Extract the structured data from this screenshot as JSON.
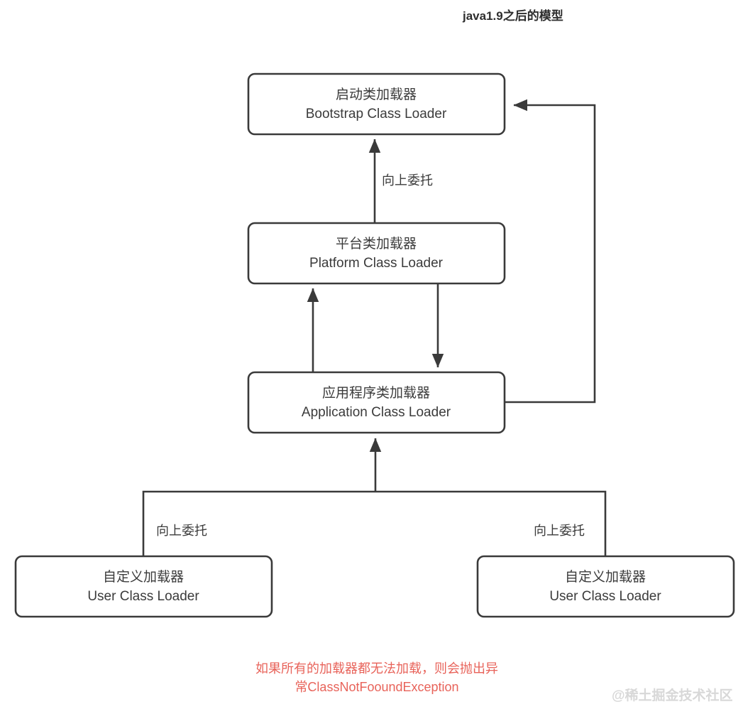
{
  "title": "java1.9之后的模型",
  "colors": {
    "box_stroke": "#3a3a3a",
    "box_fill": "#ffffff",
    "text": "#3b3b3b",
    "title": "#2e2e2e",
    "note": "#e8635a",
    "watermark": "#d8d8d8"
  },
  "boxes": [
    {
      "id": "bootstrap",
      "cn": "启动类加载器",
      "en": "Bootstrap Class Loader"
    },
    {
      "id": "platform",
      "cn": "平台类加载器",
      "en": "Platform Class Loader"
    },
    {
      "id": "application",
      "cn": "应用程序类加载器",
      "en": "Application Class Loader"
    },
    {
      "id": "user-left",
      "cn": "自定义加载器",
      "en": "User Class Loader"
    },
    {
      "id": "user-right",
      "cn": "自定义加载器",
      "en": "User Class Loader"
    }
  ],
  "edge_labels": {
    "platform_to_bootstrap": "向上委托",
    "user_left_to_application": "向上委托",
    "user_right_to_application": "向上委托"
  },
  "note": {
    "line1": "如果所有的加载器都无法加载，则会抛出异",
    "line2": "常ClassNotFooundException"
  },
  "watermark": "@稀土掘金技术社区"
}
